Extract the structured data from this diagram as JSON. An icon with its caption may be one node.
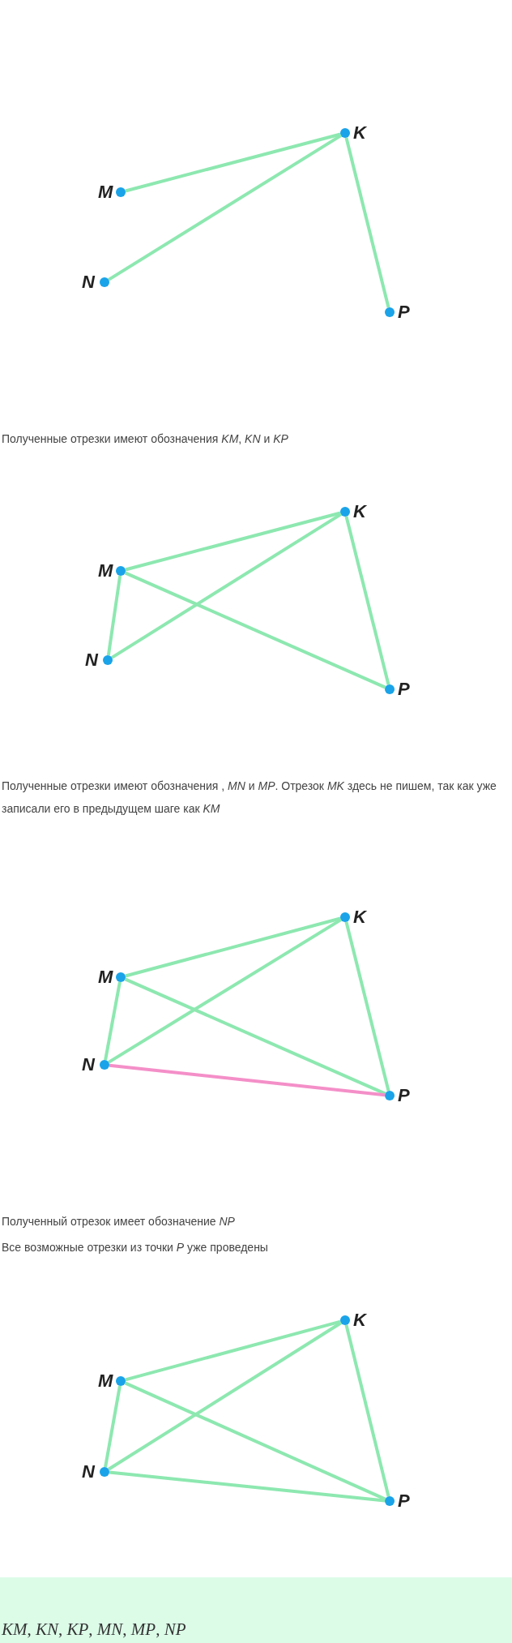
{
  "diagram": {
    "nodes": [
      {
        "text": [
          "K"
        ]
      },
      {
        "text": [
          "M"
        ]
      },
      {
        "text": [
          "N"
        ]
      },
      {
        "text": [
          "P"
        ]
      },
      {
        "text": [
          "K"
        ]
      },
      {
        "text": [
          "M"
        ]
      },
      {
        "text": [
          "N"
        ]
      },
      {
        "text": [
          "P"
        ]
      },
      {
        "text": [
          "K"
        ]
      },
      {
        "text": [
          "M"
        ]
      },
      {
        "text": [
          "N"
        ]
      },
      {
        "text": [
          "P"
        ]
      },
      {
        "text": [
          "K"
        ]
      },
      {
        "text": [
          "M"
        ]
      },
      {
        "text": [
          "N"
        ]
      },
      {
        "text": [
          "P"
        ]
      }
    ],
    "edges": [
      {
        "from": 0,
        "to": 1,
        "arrow": "none"
      },
      {
        "from": 0,
        "to": 2,
        "arrow": "none"
      },
      {
        "from": 0,
        "to": 3,
        "arrow": "none"
      },
      {
        "from": 4,
        "to": 5,
        "arrow": "none"
      },
      {
        "from": 4,
        "to": 6,
        "arrow": "none"
      },
      {
        "from": 4,
        "to": 7,
        "arrow": "none"
      },
      {
        "from": 5,
        "to": 6,
        "arrow": "none"
      },
      {
        "from": 5,
        "to": 7,
        "arrow": "none"
      },
      {
        "from": 8,
        "to": 9,
        "arrow": "none"
      },
      {
        "from": 8,
        "to": 10,
        "arrow": "none"
      },
      {
        "from": 8,
        "to": 11,
        "arrow": "none"
      },
      {
        "from": 9,
        "to": 10,
        "arrow": "none"
      },
      {
        "from": 9,
        "to": 11,
        "arrow": "none"
      },
      {
        "from": 10,
        "to": 11,
        "arrow": "none",
        "color": "#f48fc8"
      },
      {
        "from": 12,
        "to": 13,
        "arrow": "none"
      },
      {
        "from": 12,
        "to": 14,
        "arrow": "none"
      },
      {
        "from": 12,
        "to": 15,
        "arrow": "none"
      },
      {
        "from": 13,
        "to": 14,
        "arrow": "none"
      },
      {
        "from": 13,
        "to": 15,
        "arrow": "none"
      },
      {
        "from": 14,
        "to": 15,
        "arrow": "none"
      }
    ],
    "labels": [
      "Полученные отрезки имеют обозначения *KM*, *KN* и *KP*",
      "Полученные отрезки имеют обозначения , *MN* и *MP*. Отрезок *MK* здесь не пишем, так как уже записали его в предыдущем шаге как *KM*",
      "Полученный отрезок имеет обозначение *NP*",
      "Все возможные отрезки из точки *P* уже проведены",
      "*KM*, *KN*, *KP*, *MN*, *MP*, *NP*"
    ]
  }
}
